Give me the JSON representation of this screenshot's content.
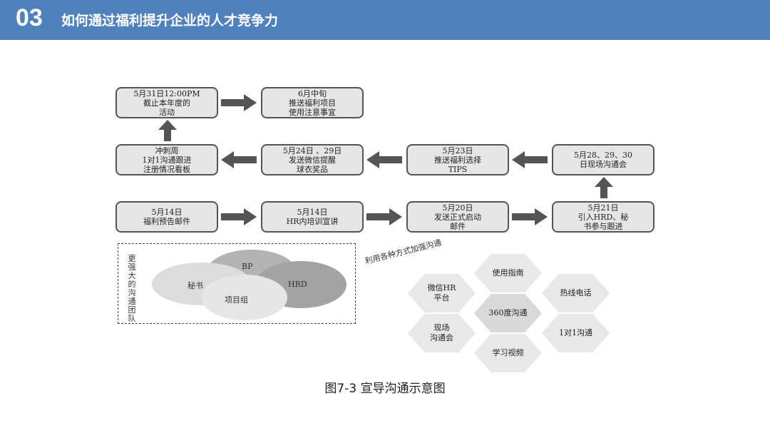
{
  "header": {
    "number": "03",
    "title": "如何通过福利提升企业的人才竞争力"
  },
  "flow": {
    "r1c1": "5月31日12:00PM\n截止本年度的\n活动",
    "r1c2": "6月中旬\n推送福利项目\n使用注意事宜",
    "r2c1": "冲刺周\n1对1沟通跟进\n注册情况看板",
    "r2c2": "5月24日 、29日\n发送微信提醒\n球衣奖品",
    "r2c3": "5月23日\n推送福利选择\nTIPS",
    "r2c4": "5月28、29、30\n日现场沟通会",
    "r3c1": "5月14日\n福利预告邮件",
    "r3c2": "5月14日\nHR内培训宣讲",
    "r3c3": "5月20日\n发送正式启动\n邮件",
    "r3c4": "5月21日\n引入HRD、秘\n书参与跟进"
  },
  "team": {
    "label": "更强大的沟通团队",
    "bp": "BP",
    "secretary": "秘书",
    "hrd": "HRD",
    "project": "项目组"
  },
  "channels": {
    "label": "利用各种方式加强沟通",
    "guide": "使用指南",
    "wechat": "微信HR\n平台",
    "hotline": "热线电话",
    "comm360": "360度沟通",
    "onsite": "现场\n沟通会",
    "one_on_one": "1对1沟通",
    "video": "学习视频"
  },
  "caption": "图7-3 宣导沟通示意图"
}
